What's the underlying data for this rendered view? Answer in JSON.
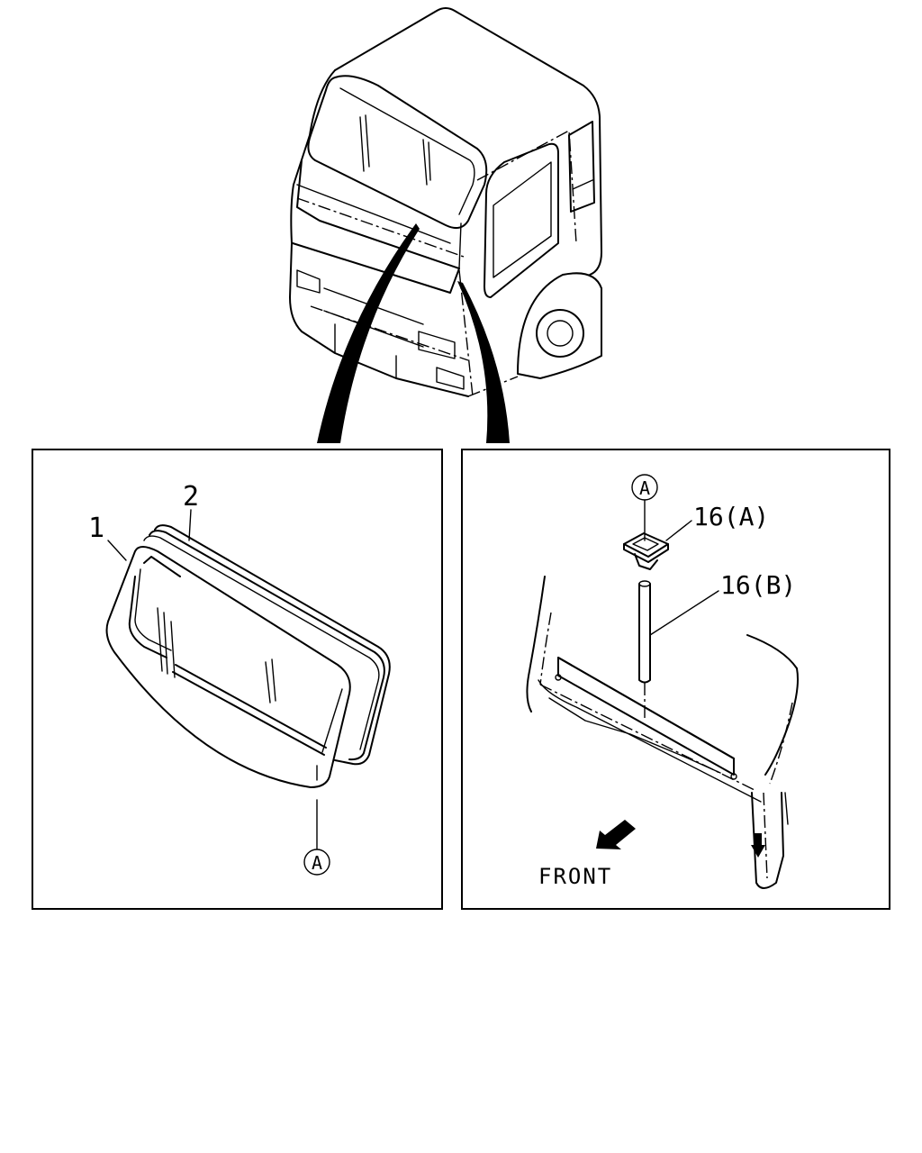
{
  "callouts": {
    "part_1": "1",
    "part_2": "2",
    "ref_a_left": "A",
    "ref_a_right": "A",
    "part_16a": "16(A)",
    "part_16b": "16(B)"
  },
  "direction_label": "FRONT"
}
